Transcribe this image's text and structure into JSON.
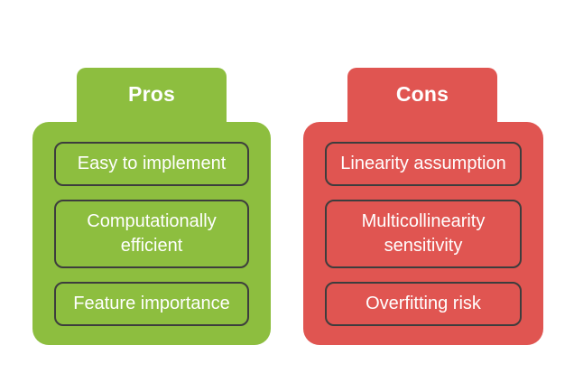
{
  "diagram": {
    "title": "Pros and Cons comparison",
    "background_color": "#ffffff",
    "item_border_color": "#3d3d3d",
    "text_color": "#ffffff"
  },
  "columns": [
    {
      "id": "pros",
      "header": "Pros",
      "color": "#8dbe3f",
      "items": [
        "Easy to implement",
        "Computationally efficient",
        "Feature importance"
      ]
    },
    {
      "id": "cons",
      "header": "Cons",
      "color": "#e05551",
      "items": [
        "Linearity assumption",
        "Multicollinearity sensitivity",
        "Overfitting risk"
      ]
    }
  ]
}
